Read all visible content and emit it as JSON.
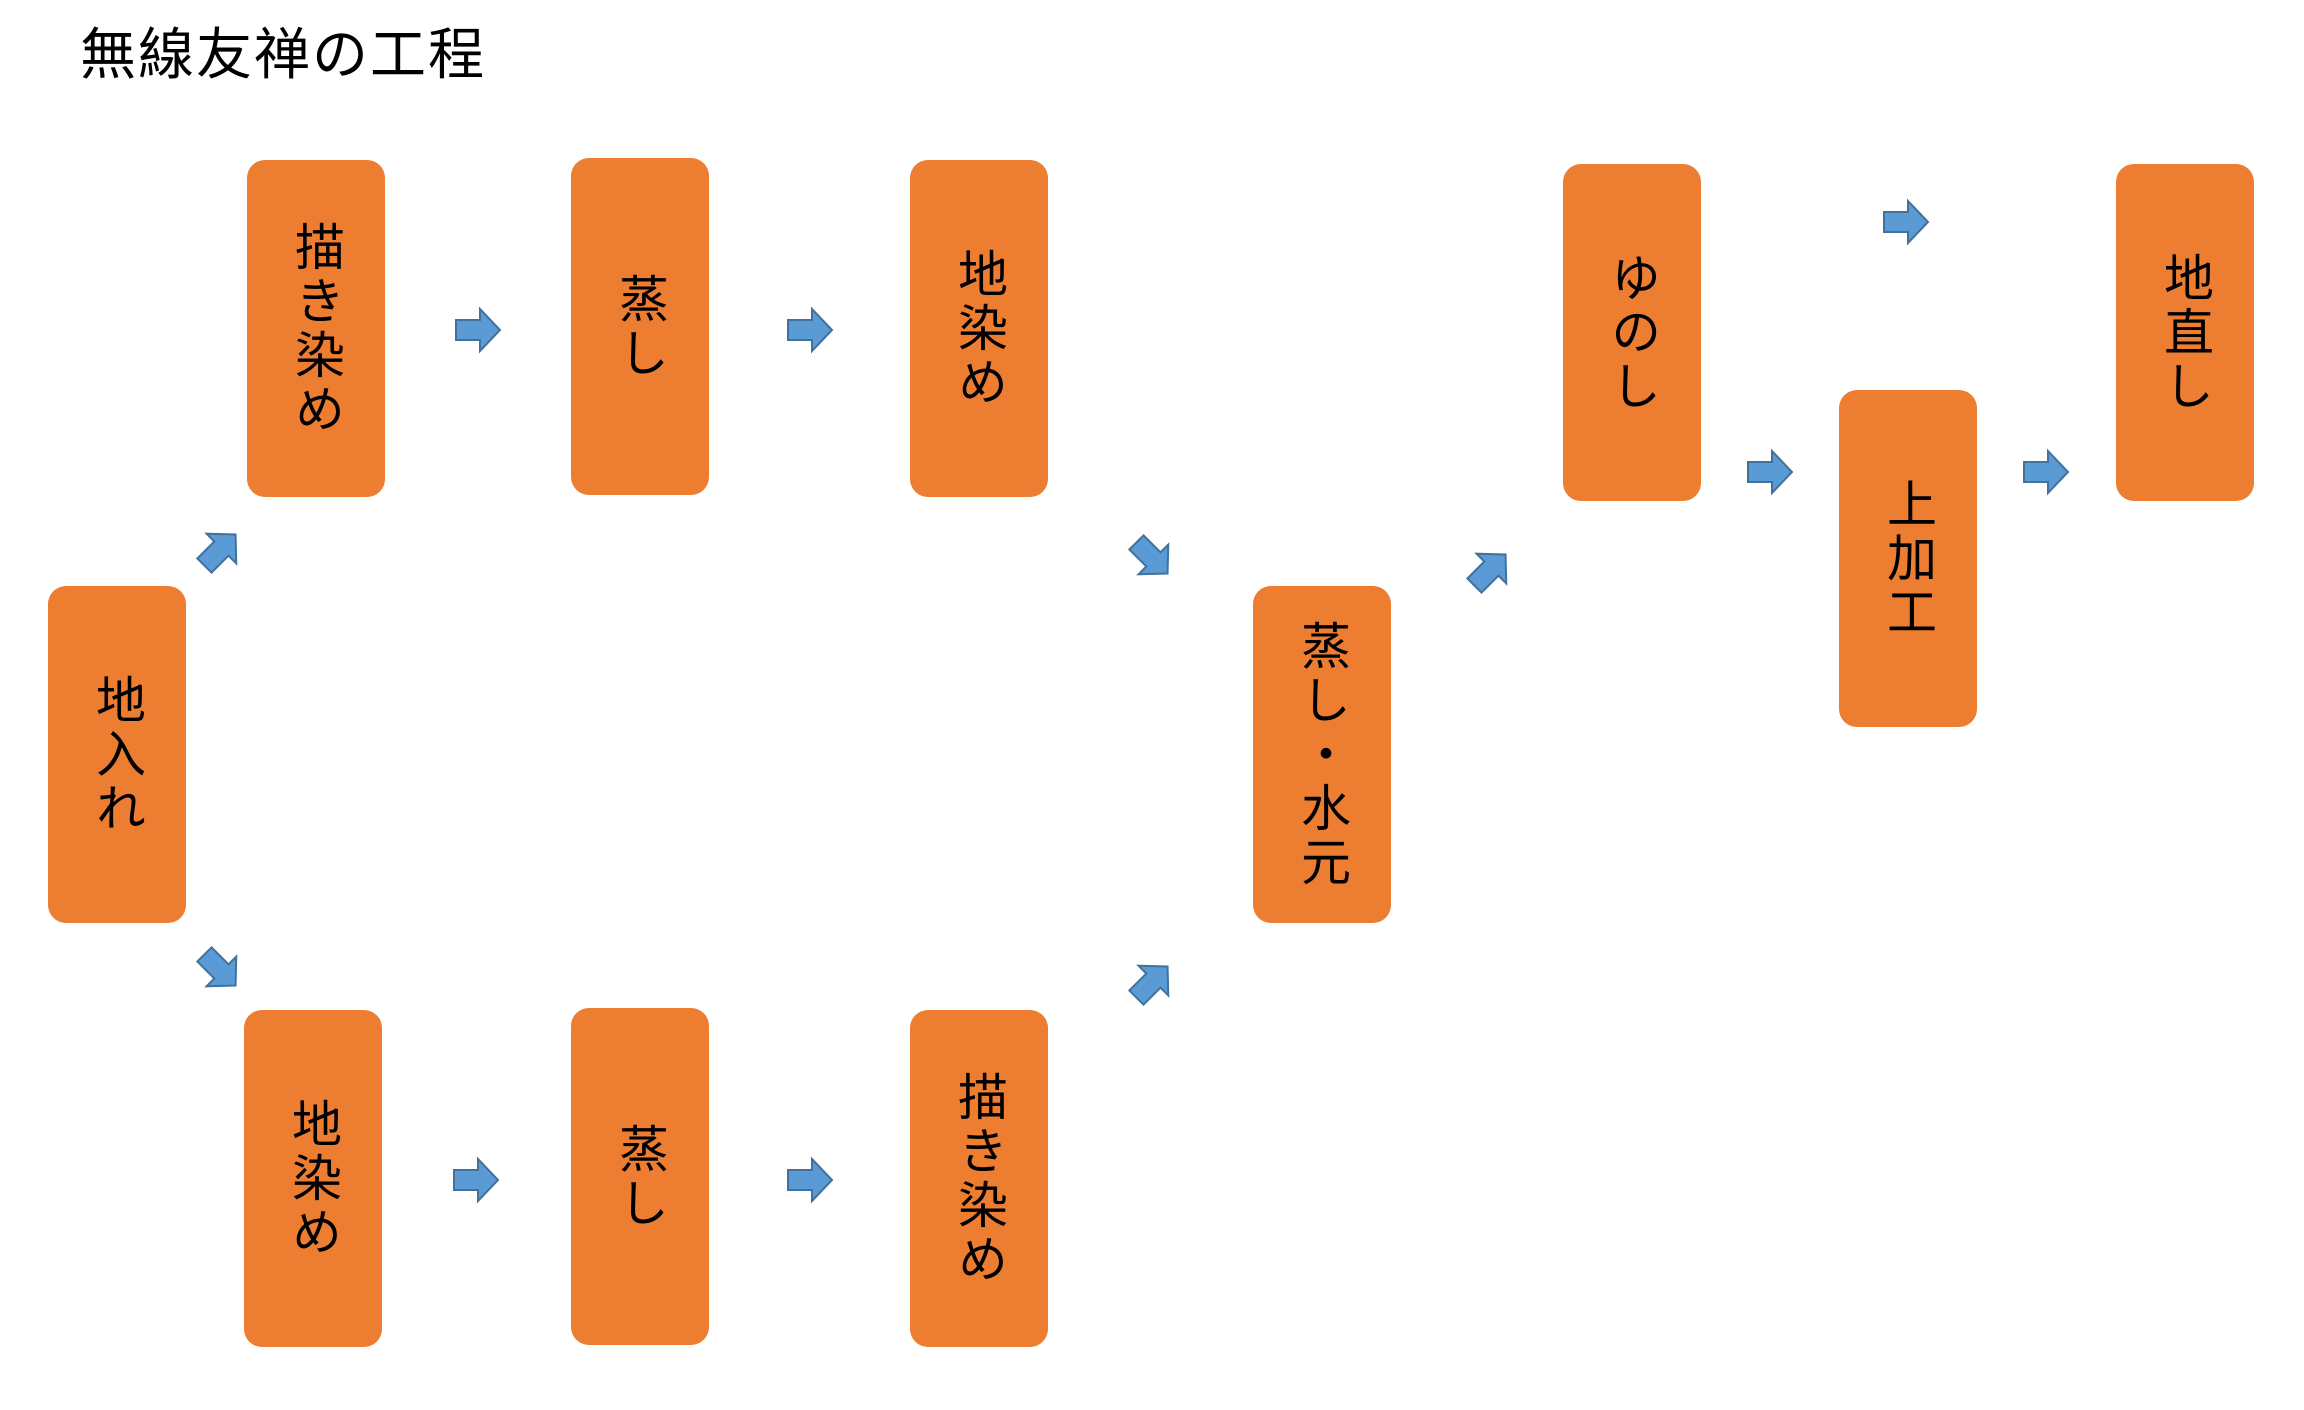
{
  "title": "無線友禅の工程",
  "steps": [
    {
      "label": "地入れ"
    },
    {
      "label": "描き染め"
    },
    {
      "label": "蒸し"
    },
    {
      "label": "地染め"
    },
    {
      "label": "地染め"
    },
    {
      "label": "蒸し"
    },
    {
      "label": "描き染め"
    },
    {
      "label": "蒸し・水元"
    },
    {
      "label": "ゆのし"
    },
    {
      "label": "上加工"
    },
    {
      "label": "地直し"
    }
  ],
  "colors": {
    "box_fill": "#ed7d31",
    "arrow_fill": "#5b9bd5",
    "arrow_stroke": "#41719c",
    "text": "#000000"
  },
  "icons": {
    "arrow": "block-arrow-icon"
  }
}
